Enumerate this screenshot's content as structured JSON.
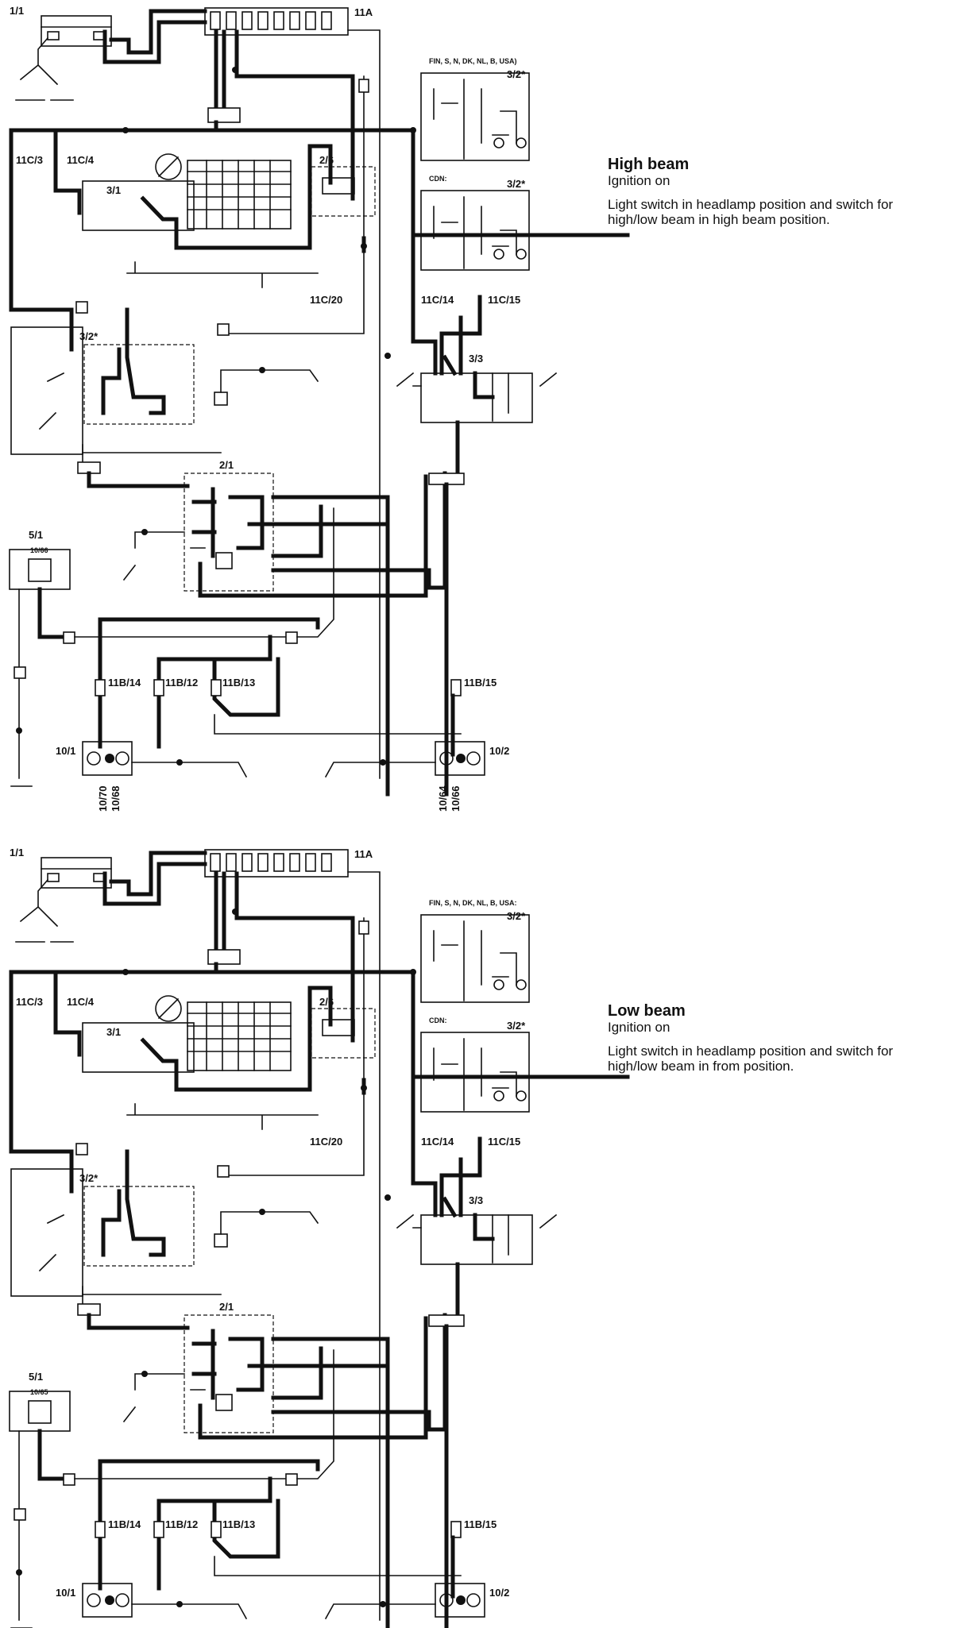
{
  "panels": [
    {
      "id": "high",
      "title": "High beam",
      "condition": "Ignition on",
      "description": "Light switch in headlamp position and switch for high/low beam in high beam position.",
      "labels": {
        "c1_1": "1/1",
        "c11a": "11A",
        "market1": "FIN, S, N, DK, NL, B, USA)",
        "sw32a": "3/2*",
        "cdn": "CDN:",
        "sw32b": "3/2*",
        "c11c3": "11C/3",
        "c11c4": "11C/4",
        "sw31": "3/1",
        "r26": "2/6",
        "c11c20": "11C/20",
        "c11c14": "11C/14",
        "c11c15": "11C/15",
        "sw32c": "3/2*",
        "sw33": "3/3",
        "r21": "2/1",
        "ind51": "5/1",
        "bulb1066": "10/66",
        "c11b14": "11B/14",
        "c11b12": "11B/12",
        "c11b13": "11B/13",
        "c11b15": "11B/15",
        "hl101": "10/1",
        "hl102": "10/2",
        "b1": "10/70",
        "b2": "10/68",
        "b3": "10/64",
        "b4": "10/66"
      }
    },
    {
      "id": "low",
      "title": "Low beam",
      "condition": "Ignition on",
      "description": "Light switch in headlamp position and switch for high/low beam in from position.",
      "labels": {
        "c1_1": "1/1",
        "c11a": "11A",
        "market1": "FIN, S, N, DK, NL, B, USA:",
        "sw32a": "3/2*",
        "cdn": "CDN:",
        "sw32b": "3/2*",
        "c11c3": "11C/3",
        "c11c4": "11C/4",
        "sw31": "3/1",
        "r26": "2/6",
        "c11c20": "11C/20",
        "c11c14": "11C/14",
        "c11c15": "11C/15",
        "sw32c": "3/2*",
        "sw33": "3/3",
        "r21": "2/1",
        "ind51": "5/1",
        "bulb1066": "10/65",
        "c11b14": "11B/14",
        "c11b12": "11B/12",
        "c11b13": "11B/13",
        "c11b15": "11B/15",
        "hl101": "10/1",
        "hl102": "10/2",
        "b1": "",
        "b2": "",
        "b3": "",
        "b4": ""
      }
    }
  ]
}
